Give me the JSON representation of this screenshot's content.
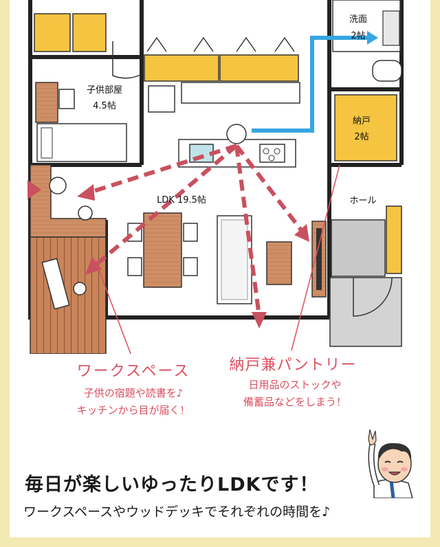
{
  "rooms": {
    "kids_room_name": "子供部屋",
    "kids_room_size": "4.5帖",
    "ldk": "LDK 19.5帖",
    "washroom_name": "洗面",
    "washroom_size": "2帖",
    "storage_name": "納戸",
    "storage_size": "2帖",
    "hall": "ホール"
  },
  "callouts": {
    "workspace_title": "ワークスペース",
    "workspace_line1": "子供の宿題や読書を♪",
    "workspace_line2": "キッチンから目が届く！",
    "pantry_title": "納戸兼パントリー",
    "pantry_line1": "日用品のストックや",
    "pantry_line2": "備蓄品などをしまう！"
  },
  "footer": {
    "headline": "毎日が楽しいゆったりLDKです！",
    "subline": "ワークスペースやウッドデッキでそれぞれの時間を♪"
  },
  "colors": {
    "background": "#f3e9b2",
    "storage_yellow": "#f5c440",
    "wood": "#c9845a",
    "path_arrow": "#c9505f",
    "flow_arrow": "#35a6e0",
    "accent_text": "#d9505f"
  }
}
